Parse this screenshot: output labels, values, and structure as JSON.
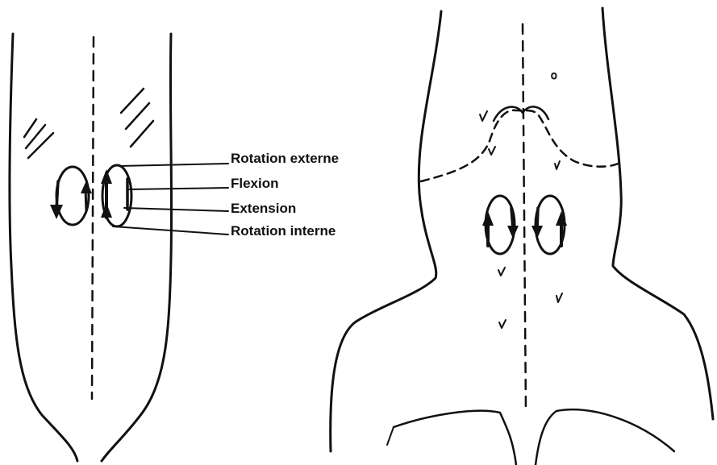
{
  "labels": {
    "rotation_externe": "Rotation externe",
    "flexion": "Flexion",
    "extension": "Extension",
    "rotation_interne": "Rotation interne"
  },
  "colors": {
    "ink": "#111111",
    "background": "#ffffff"
  }
}
